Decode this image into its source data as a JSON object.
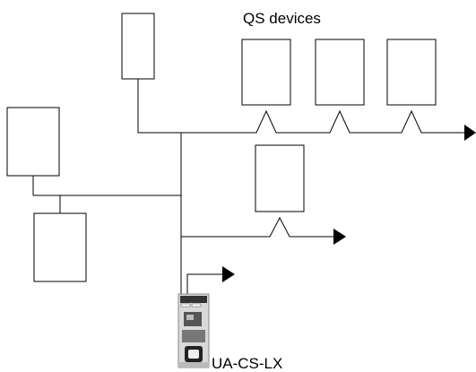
{
  "labels": {
    "devices": "QS devices",
    "interface": "UA-CS-LX"
  },
  "colors": {
    "line": "#000000",
    "background": "#ffffff",
    "device_body": "#d9d9d9",
    "device_dark": "#333333"
  },
  "icons": {
    "device_box": "rectangle",
    "bus_end": "filled-arrowhead",
    "interface": "din-rail-module"
  }
}
